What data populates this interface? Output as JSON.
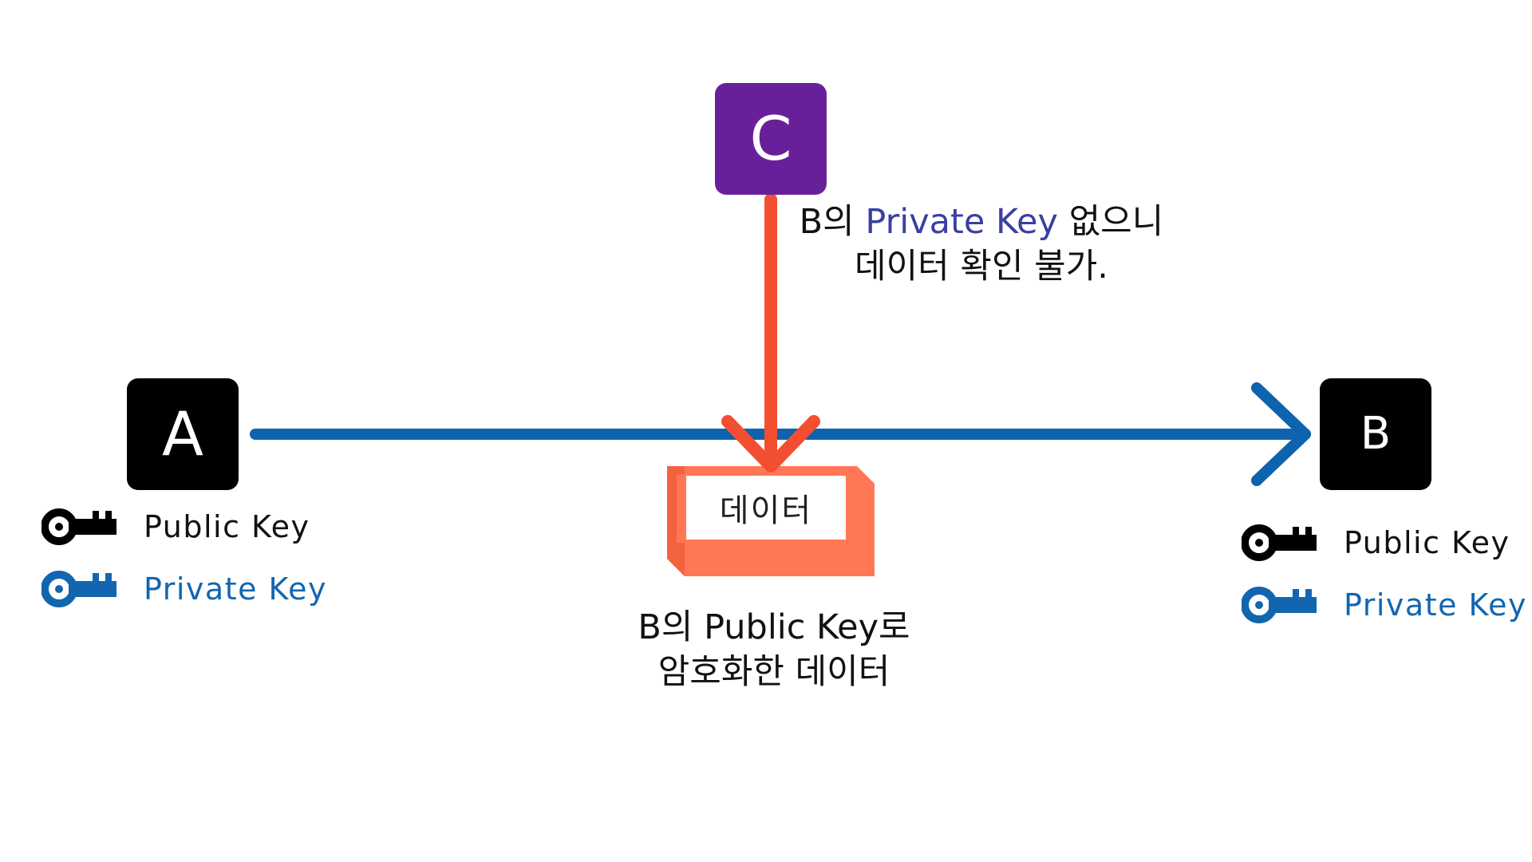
{
  "colors": {
    "node_dark": "#000000",
    "node_c": "#68209a",
    "flow_line": "#0d63ad",
    "intercept_arrow": "#f34e30",
    "packet": "#ff7755",
    "private_key": "#1266b0",
    "public_key": "#000000",
    "highlight_text": "#3a3fa0"
  },
  "nodes": {
    "a": {
      "label": "A"
    },
    "b": {
      "label": "B"
    },
    "c": {
      "label": "C"
    }
  },
  "keys": {
    "a": {
      "public": {
        "label": "Public Key",
        "icon": "key-icon"
      },
      "private": {
        "label": "Private Key",
        "icon": "key-icon"
      }
    },
    "b": {
      "public": {
        "label": "Public Key",
        "icon": "key-icon"
      },
      "private": {
        "label": "Private Key",
        "icon": "key-icon"
      }
    }
  },
  "interception_note": {
    "prefix": "B의 ",
    "highlight": "Private Key",
    "suffix": " 없으니",
    "line2": "데이터 확인 불가."
  },
  "packet": {
    "label": "데이터"
  },
  "encrypted_caption": {
    "line1": "B의 Public Key로",
    "line2": "암호화한 데이터"
  }
}
